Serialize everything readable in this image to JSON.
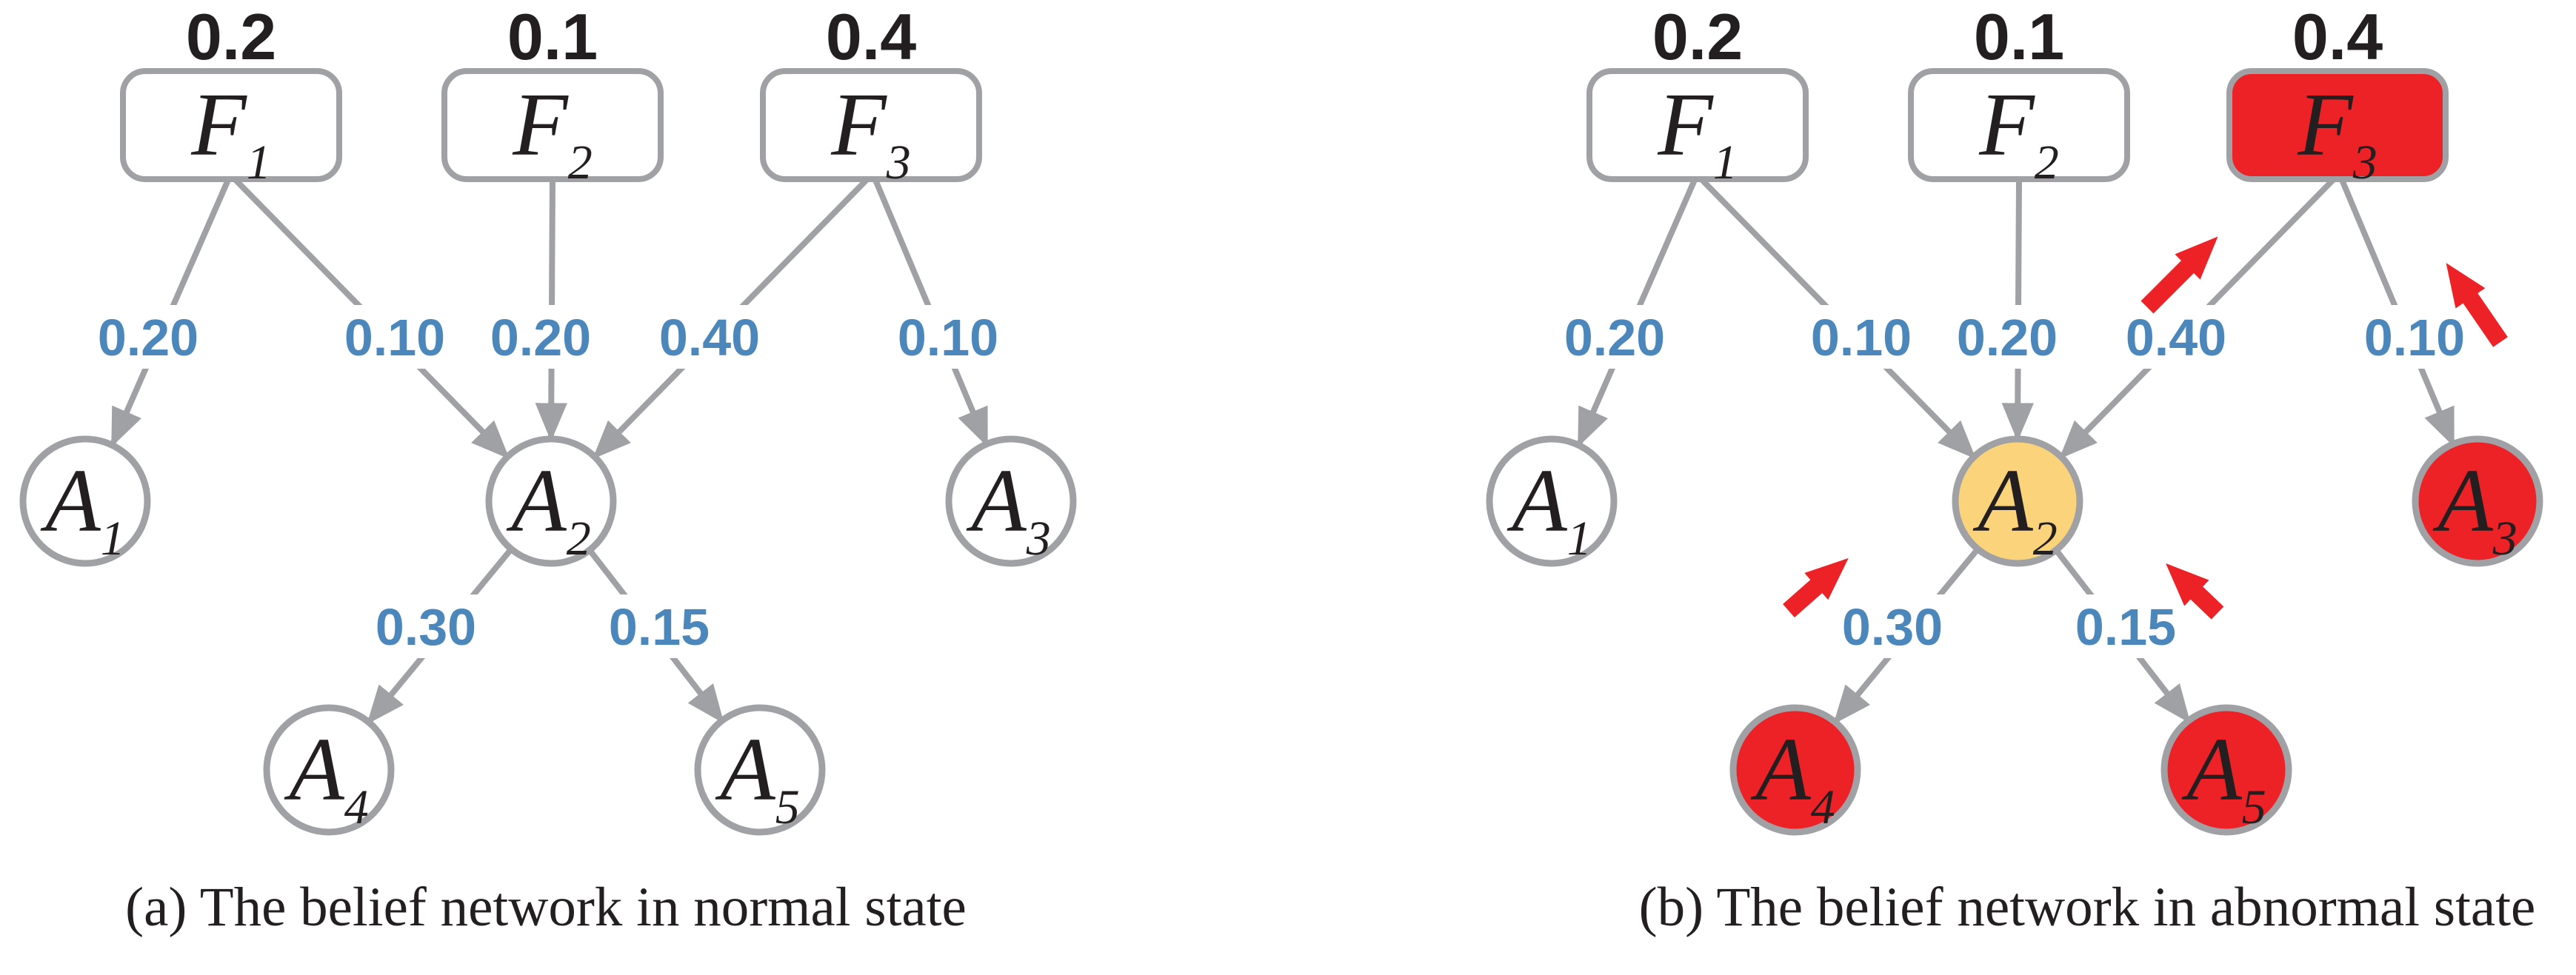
{
  "palette": {
    "edge_gray": "#A0A1A4",
    "node_border_gray": "#A0A1A4",
    "alert_red": "#EC2227",
    "warning_yellow": "#FBD37B",
    "weight_blue": "#4C87BC",
    "text_black": "#231F20",
    "node_white": "#FFFFFF"
  },
  "figure_a": {
    "caption": "(a) The belief network in normal state",
    "nodes": {
      "F1": {
        "main": "F",
        "sub": "1",
        "prior": "0.2",
        "state": "normal",
        "fill": "#FFFFFF"
      },
      "F2": {
        "main": "F",
        "sub": "2",
        "prior": "0.1",
        "state": "normal",
        "fill": "#FFFFFF"
      },
      "F3": {
        "main": "F",
        "sub": "3",
        "prior": "0.4",
        "state": "normal",
        "fill": "#FFFFFF"
      },
      "A1": {
        "main": "A",
        "sub": "1",
        "state": "normal",
        "fill": "#FFFFFF"
      },
      "A2": {
        "main": "A",
        "sub": "2",
        "state": "normal",
        "fill": "#FFFFFF"
      },
      "A3": {
        "main": "A",
        "sub": "3",
        "state": "normal",
        "fill": "#FFFFFF"
      },
      "A4": {
        "main": "A",
        "sub": "4",
        "state": "normal",
        "fill": "#FFFFFF"
      },
      "A5": {
        "main": "A",
        "sub": "5",
        "state": "normal",
        "fill": "#FFFFFF"
      }
    },
    "weights": {
      "F1_A1": "0.20",
      "F1_A2": "0.10",
      "F2_A2": "0.20",
      "F3_A2": "0.40",
      "F3_A3": "0.10",
      "A2_A4": "0.30",
      "A2_A5": "0.15"
    }
  },
  "figure_b": {
    "caption": "(b) The belief network in abnormal state",
    "nodes": {
      "F1": {
        "main": "F",
        "sub": "1",
        "prior": "0.2",
        "state": "normal",
        "fill": "#FFFFFF"
      },
      "F2": {
        "main": "F",
        "sub": "2",
        "prior": "0.1",
        "state": "normal",
        "fill": "#FFFFFF"
      },
      "F3": {
        "main": "F",
        "sub": "3",
        "prior": "0.4",
        "state": "faulty",
        "fill": "#EC2227"
      },
      "A1": {
        "main": "A",
        "sub": "1",
        "state": "normal",
        "fill": "#FFFFFF"
      },
      "A2": {
        "main": "A",
        "sub": "2",
        "state": "warning",
        "fill": "#FBD37B"
      },
      "A3": {
        "main": "A",
        "sub": "3",
        "state": "alarm",
        "fill": "#EC2227"
      },
      "A4": {
        "main": "A",
        "sub": "4",
        "state": "alarm",
        "fill": "#EC2227"
      },
      "A5": {
        "main": "A",
        "sub": "5",
        "state": "alarm",
        "fill": "#EC2227"
      }
    },
    "weights": {
      "F1_A1": "0.20",
      "F1_A2": "0.10",
      "F2_A2": "0.20",
      "F3_A2": "0.40",
      "F3_A3": "0.10",
      "A2_A4": "0.30",
      "A2_A5": "0.15"
    },
    "propagation_arrow_color": "#EC2227"
  }
}
